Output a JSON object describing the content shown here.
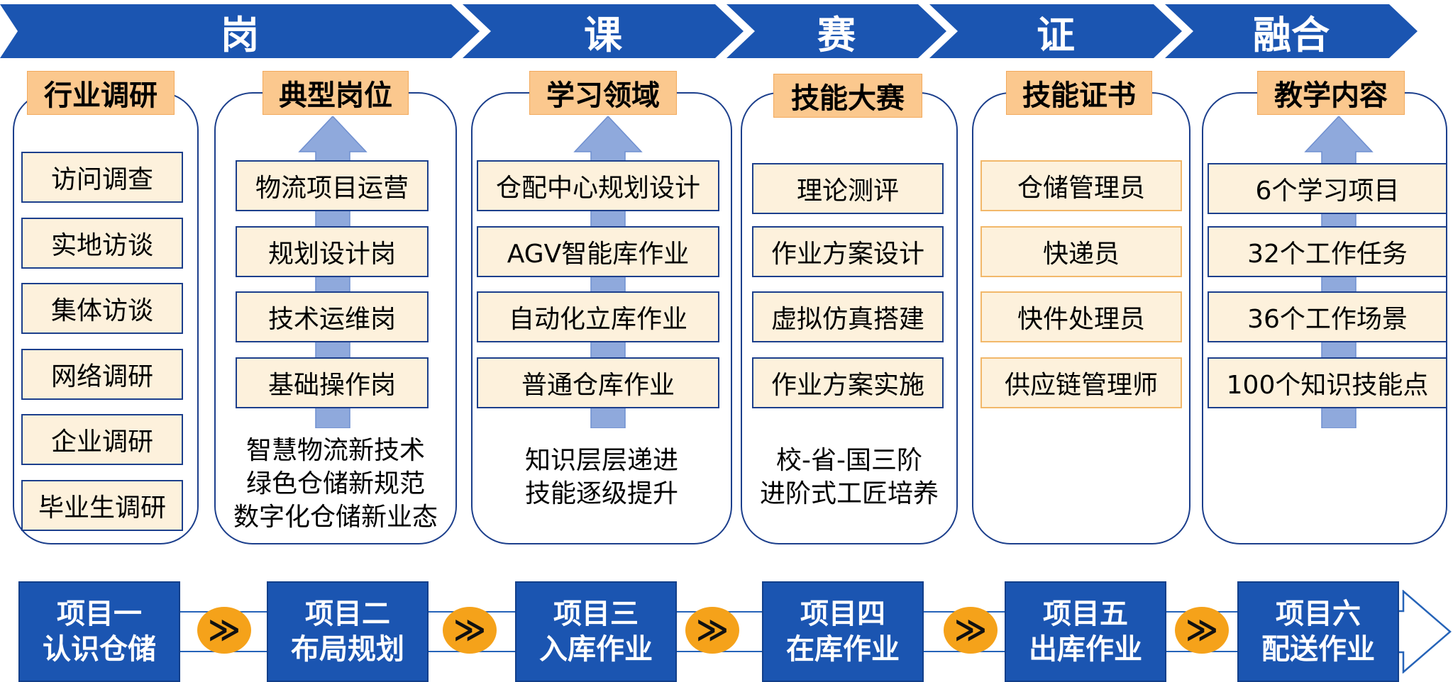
{
  "banner": [
    "岗",
    "课",
    "赛",
    "证",
    "融合"
  ],
  "columns": {
    "research": {
      "header": "行业调研",
      "items": [
        "访问调查",
        "实地访谈",
        "集体访谈",
        "网络调研",
        "企业调研",
        "毕业生调研"
      ]
    },
    "jobs": {
      "header": "典型岗位",
      "items": [
        "物流项目运营",
        "规划设计岗",
        "技术运维岗",
        "基础操作岗"
      ],
      "notes": [
        "智慧物流新技术",
        "绿色仓储新规范",
        "数字化仓储新业态"
      ]
    },
    "learning": {
      "header": "学习领域",
      "items": [
        "仓配中心规划设计",
        "AGV智能库作业",
        "自动化立库作业",
        "普通仓库作业"
      ],
      "notes": [
        "知识层层递进",
        "技能逐级提升"
      ]
    },
    "contest": {
      "header": "技能大赛",
      "items": [
        "理论测评",
        "作业方案设计",
        "虚拟仿真搭建",
        "作业方案实施"
      ],
      "notes": [
        "校-省-国三阶",
        "进阶式工匠培养"
      ]
    },
    "certificate": {
      "header": "技能证书",
      "items": [
        "仓储管理员",
        "快递员",
        "快件处理员",
        "供应链管理师"
      ]
    },
    "teaching": {
      "header": "教学内容",
      "items": [
        "6个学习项目",
        "32个工作任务",
        "36个工作场景",
        "100个知识技能点"
      ]
    }
  },
  "projects": [
    {
      "line1": "项目一",
      "line2": "认识仓储"
    },
    {
      "line1": "项目二",
      "line2": "布局规划"
    },
    {
      "line1": "项目三",
      "line2": "入库作业"
    },
    {
      "line1": "项目四",
      "line2": "在库作业"
    },
    {
      "line1": "项目五",
      "line2": "出库作业"
    },
    {
      "line1": "项目六",
      "line2": "配送作业"
    }
  ],
  "connector_symbol": "≫",
  "colors": {
    "banner_blue": "#1b55b1",
    "header_orange": "#fbc88e",
    "item_cream": "#fdf1dc",
    "arrow_blue": "#8fa9dc",
    "bubble_orange": "#f5a21a",
    "outline_navy": "#1c3f8c"
  }
}
